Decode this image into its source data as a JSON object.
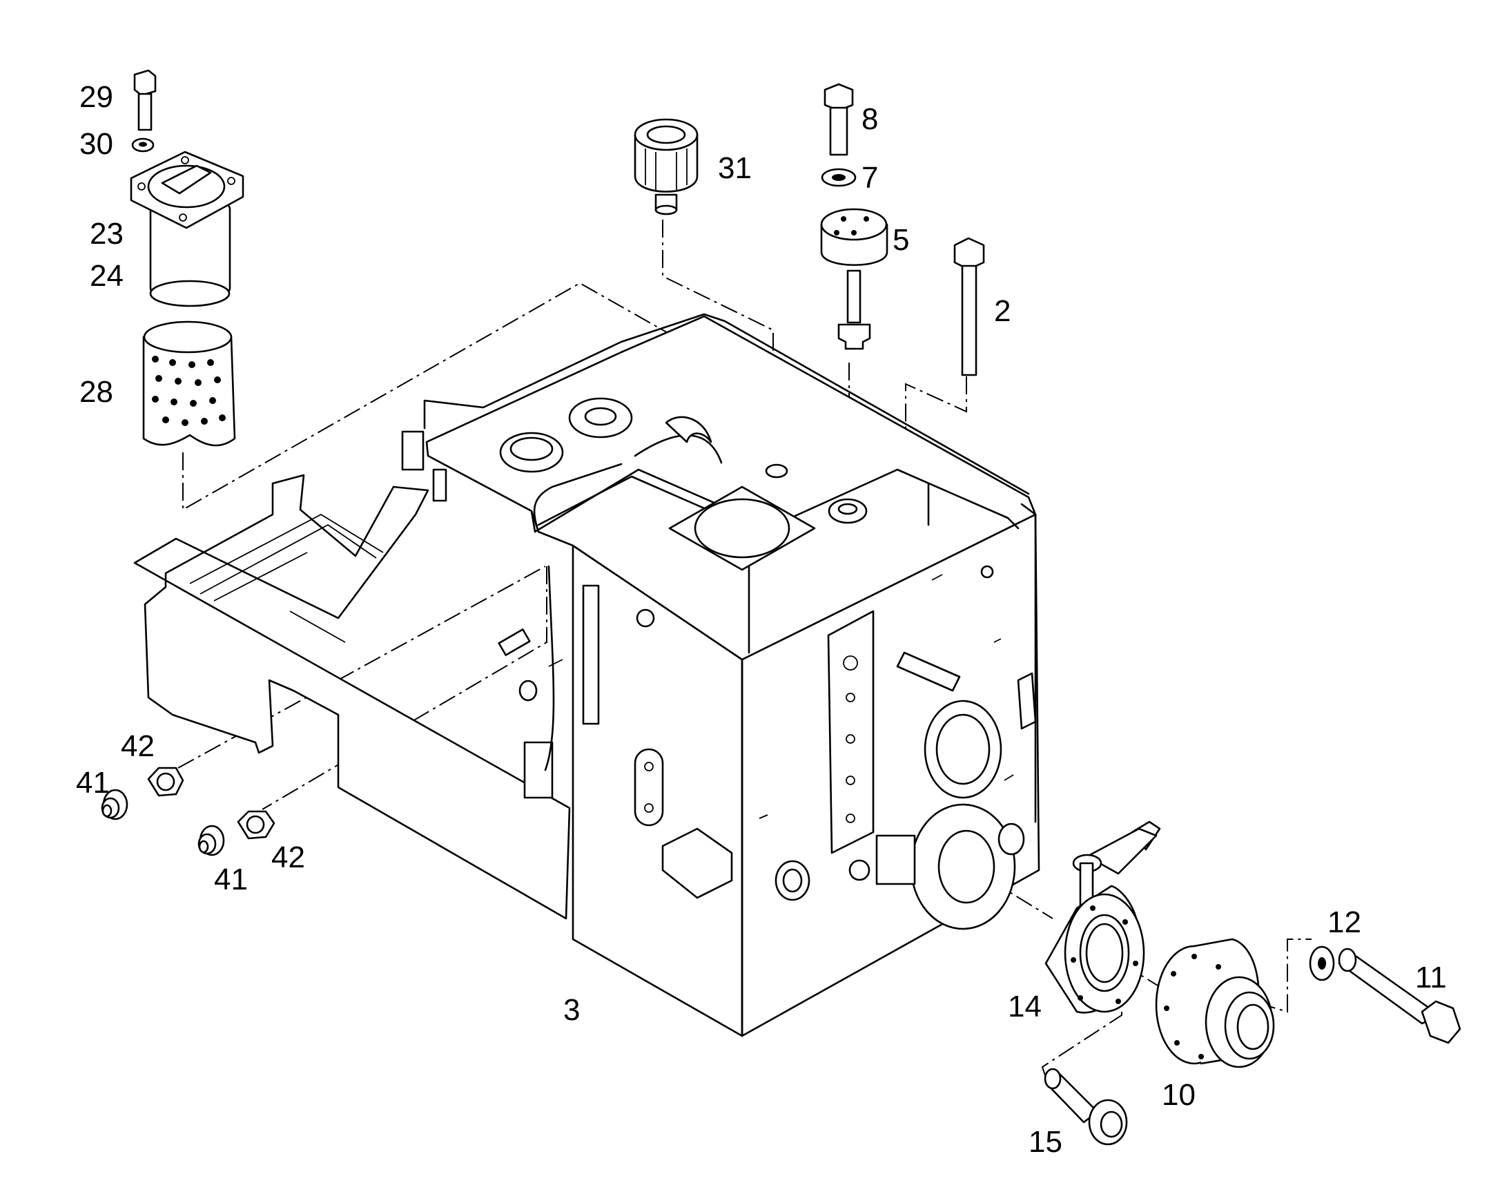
{
  "diagram": {
    "line_color": "#000000",
    "background": "#ffffff",
    "labels": {
      "p29": "29",
      "p30": "30",
      "p23": "23",
      "p24": "24",
      "p28": "28",
      "p31": "31",
      "p8": "8",
      "p7": "7",
      "p5": "5",
      "p2": "2",
      "p42a": "42",
      "p41a": "41",
      "p41b": "41",
      "p42b": "42",
      "p3": "3",
      "p14": "14",
      "p12": "12",
      "p11": "11",
      "p10": "10",
      "p15": "15"
    }
  }
}
